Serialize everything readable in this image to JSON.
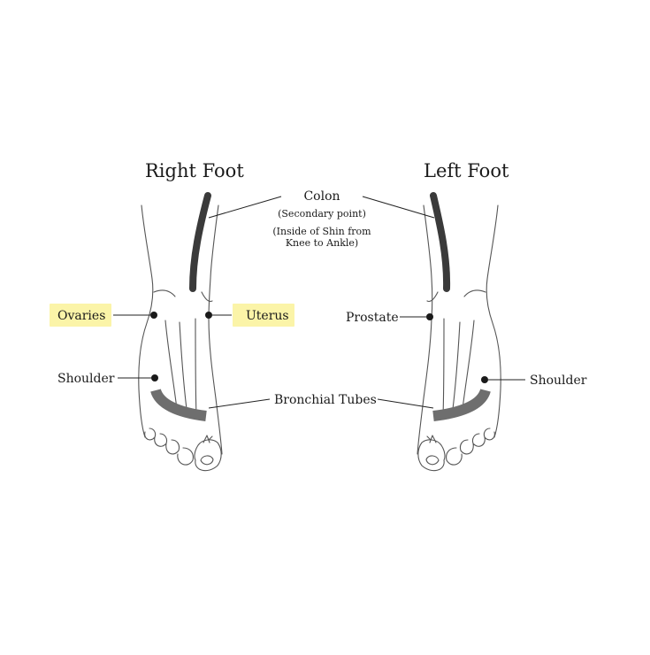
{
  "colors": {
    "highlight": "#fbf4a8",
    "colon_band": "#3a3a3a",
    "bronchial_band": "#6e6e6e"
  },
  "feet": {
    "right_title": "Right Foot",
    "left_title": "Left Foot"
  },
  "labels": {
    "colon": "Colon",
    "colon_sub1": "(Secondary point)",
    "colon_sub2": "(Inside of Shin from",
    "colon_sub3": "Knee to Ankle)",
    "ovaries": "Ovaries",
    "uterus": "Uterus",
    "prostate": "Prostate",
    "shoulder_right": "Shoulder",
    "shoulder_left": "Shoulder",
    "bronchial": "Bronchial Tubes"
  }
}
